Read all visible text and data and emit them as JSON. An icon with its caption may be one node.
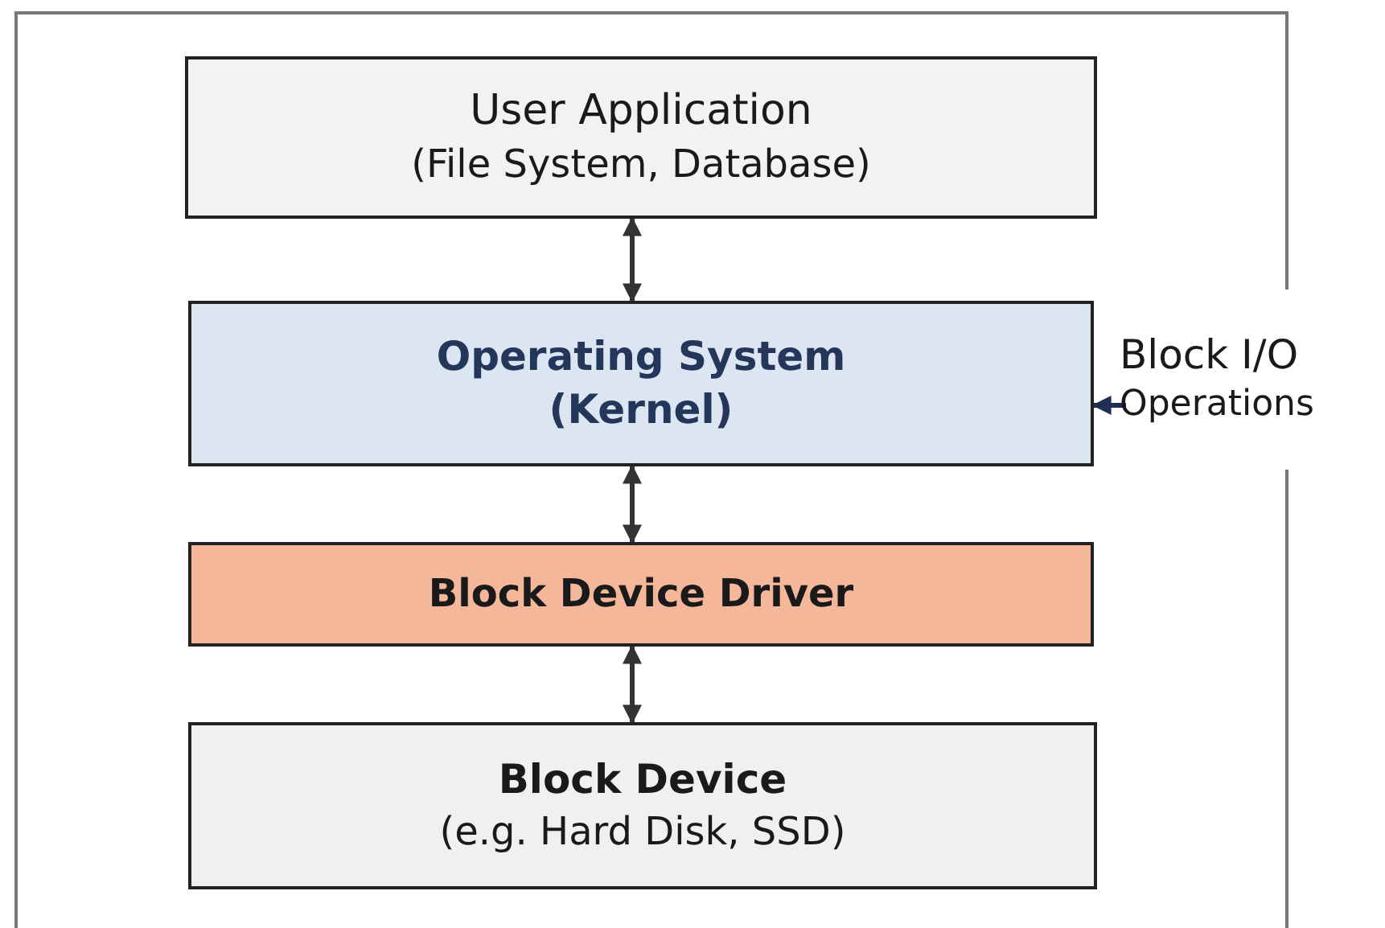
{
  "diagram": {
    "nodes": [
      {
        "text": [
          "User Application",
          "(File System, Database)"
        ]
      },
      {
        "text": [
          "Operating System",
          "(Kernel)"
        ]
      },
      {
        "text": [
          "Block Device Driver"
        ]
      },
      {
        "text": [
          "Block Device",
          "(e.g. Hard Disk, SSD)"
        ]
      },
      {
        "text": [
          "Block I/O",
          "Operations"
        ]
      }
    ],
    "edges": [
      {
        "from": 0,
        "to": 1,
        "arrow": "both"
      },
      {
        "from": 1,
        "to": 2,
        "arrow": "both"
      },
      {
        "from": 2,
        "to": 3,
        "arrow": "both"
      },
      {
        "from": 4,
        "to": 1,
        "arrow": "to",
        "color": "#1f2f52"
      }
    ]
  }
}
